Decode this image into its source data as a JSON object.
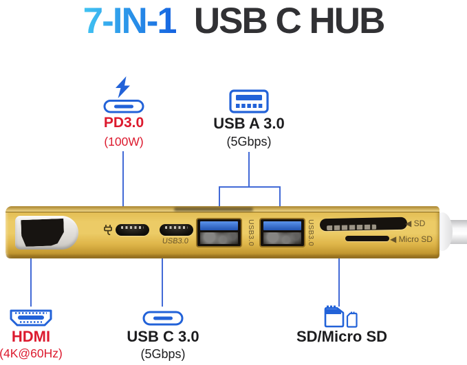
{
  "title": {
    "badge": "7-IN-1",
    "name": "USB C HUB"
  },
  "callouts": {
    "pd": {
      "label": "PD3.0",
      "sub": "(100W)"
    },
    "usb_a": {
      "label": "USB A 3.0",
      "sub": "(5Gbps)"
    },
    "hdmi": {
      "label": "HDMI",
      "sub": "(4K@60Hz)"
    },
    "usb_c": {
      "label": "USB C 3.0",
      "sub": "(5Gbps)"
    },
    "sd": {
      "label": "SD/Micro SD"
    }
  },
  "hub_engravings": {
    "usb_c_data_port": "USB3.0",
    "usb_a_port_1": "USB3.0",
    "usb_a_port_2": "USB3.0",
    "sd_slot": "◀ SD",
    "micro_sd_slot": "◀ Micro SD"
  },
  "colors": {
    "accent_blue": "#2262d8",
    "leader_blue": "#4169d6",
    "accent_red": "#dc1a2e",
    "title_gradient_start": "#41c4f2",
    "title_gradient_end": "#1563e0",
    "title_dark": "#313134",
    "hub_gold": "#eccb66"
  }
}
